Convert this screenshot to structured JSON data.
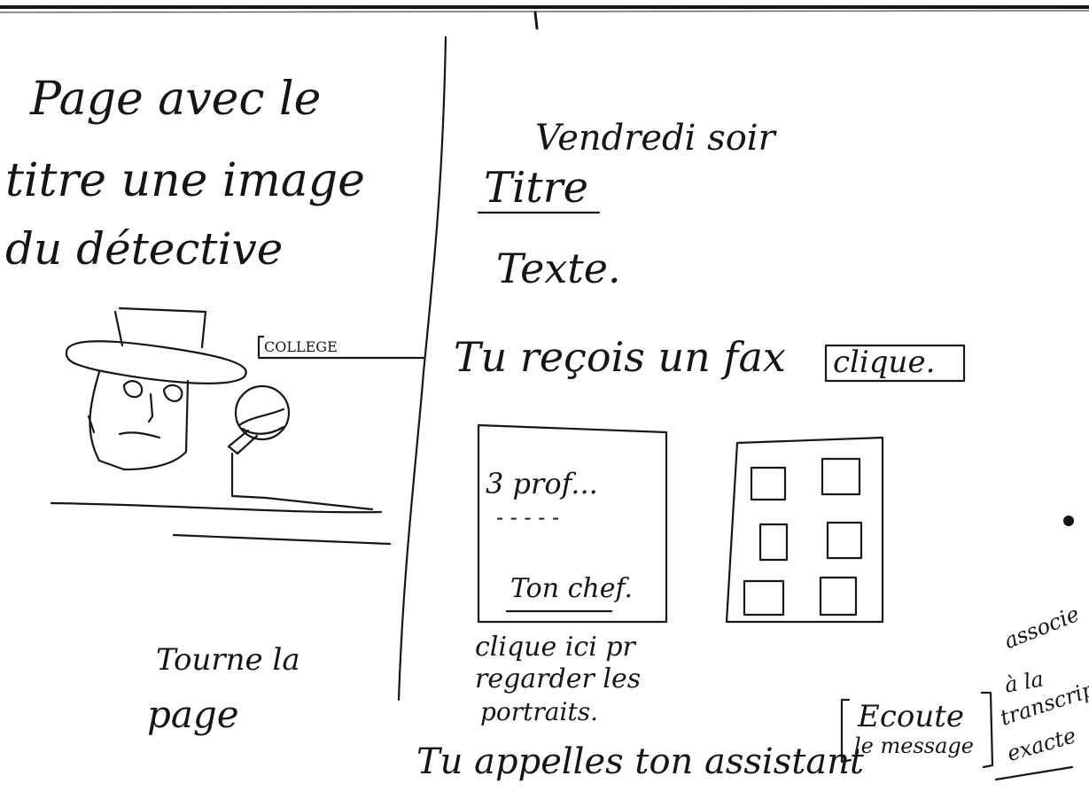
{
  "left_page": {
    "description_line1": "Page avec le",
    "description_line2": "titre une image",
    "description_line3": "du détective",
    "college_label": "COLLEGE",
    "turn_page_line1": "Tourne la",
    "turn_page_line2": "page"
  },
  "right_page": {
    "day": "Vendredi soir",
    "title": "Titre",
    "text": "Texte.",
    "fax_message": "Tu reçois un fax",
    "fax_button": "clique.",
    "fax_card": {
      "line1": "3 prof...",
      "line2": "- - - - -",
      "line3": "Ton chef."
    },
    "portraits_hint_line1": "clique ici pr",
    "portraits_hint_line2": "regarder les",
    "portraits_hint_line3": "portraits.",
    "assistant_call": "Tu appelles ton assistant",
    "listen_button_line1": "Ecoute",
    "listen_button_line2": "le message",
    "note_line1": "associe",
    "note_line2": "à la",
    "note_line3": "transcrip'",
    "note_line4": "exacte"
  }
}
